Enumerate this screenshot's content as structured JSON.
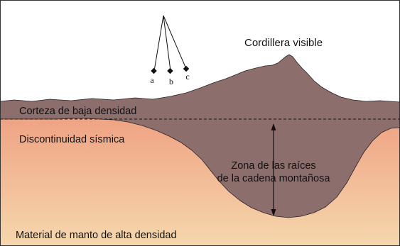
{
  "labels": {
    "visible_range": "Cordillera visible",
    "low_density_crust": "Corteza de baja densidad",
    "seismic_discontinuity": "Discontinuidad sísmica",
    "root_zone_line1": "Zona de las raíces",
    "root_zone_line2": "de la cadena montañosa",
    "mantle": "Material de manto de alta densidad"
  },
  "pendulums": [
    "a",
    "b",
    "c"
  ],
  "colors": {
    "sky": "#ffffff",
    "crust": "#8c6e6d",
    "mantle_top": "#ee9e80",
    "mantle_bottom": "#f6d7ad",
    "ink": "#111111",
    "frame": "#333333"
  }
}
